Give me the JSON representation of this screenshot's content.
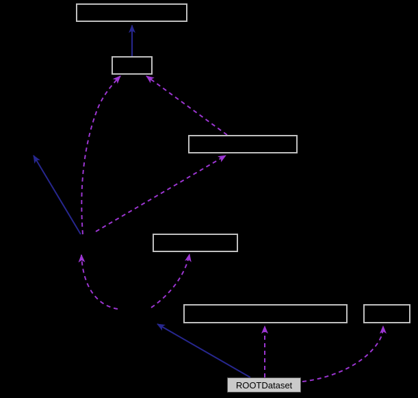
{
  "diagram": {
    "type": "class-collaboration-graph",
    "root": {
      "label": "ROOTDataset"
    },
    "nodes": [
      {
        "id": "node-top",
        "label": ""
      },
      {
        "id": "node-small",
        "label": ""
      },
      {
        "id": "node-mid-right",
        "label": ""
      },
      {
        "id": "node-middle",
        "label": ""
      },
      {
        "id": "node-long",
        "label": ""
      },
      {
        "id": "node-right",
        "label": ""
      },
      {
        "id": "node-root",
        "label": "ROOTDataset"
      }
    ],
    "edges": [
      {
        "kind": "inheritance",
        "style": "solid",
        "desc": "small box to top box"
      },
      {
        "kind": "inheritance",
        "style": "solid",
        "desc": "hub up-left arrow"
      },
      {
        "kind": "inheritance",
        "style": "solid",
        "desc": "ROOTDataset up-left arrow"
      },
      {
        "kind": "usage",
        "style": "dashed",
        "desc": "hub to small box"
      },
      {
        "kind": "usage",
        "style": "dashed",
        "desc": "mid-right box to small box"
      },
      {
        "kind": "usage",
        "style": "dashed",
        "desc": "hub to mid-right box"
      },
      {
        "kind": "usage",
        "style": "dashed",
        "desc": "lower hub to upper hub"
      },
      {
        "kind": "usage",
        "style": "dashed",
        "desc": "lower hub to middle box"
      },
      {
        "kind": "usage",
        "style": "dashed",
        "desc": "ROOTDataset to long box"
      },
      {
        "kind": "usage",
        "style": "dashed",
        "desc": "ROOTDataset to right box"
      }
    ],
    "colors": {
      "background": "#000000",
      "node_border": "#c0c0c0",
      "node_fill": "#000000",
      "root_fill": "#cacaca",
      "root_border": "#565656",
      "root_text": "#000000",
      "inheritance_edge": "#27278f",
      "usage_edge": "#9c36d2"
    }
  }
}
